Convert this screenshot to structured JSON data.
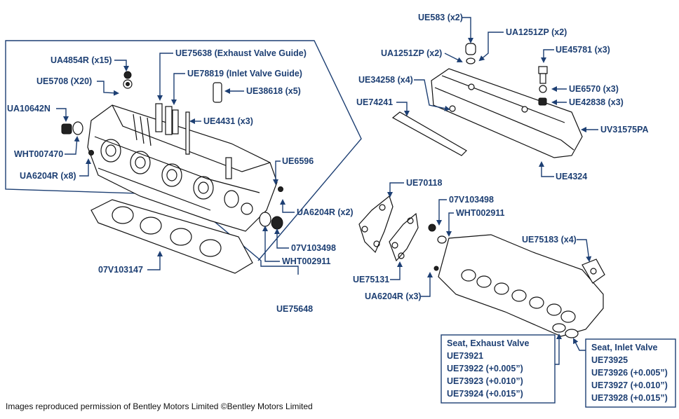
{
  "callouts": [
    {
      "id": "ue583",
      "text": "UE583 (x2)"
    },
    {
      "id": "ua1251zp-b",
      "text": "UA1251ZP (x2)"
    },
    {
      "id": "ua1251zp-a",
      "text": "UA1251ZP (x2)"
    },
    {
      "id": "ue45781",
      "text": "UE45781 (x3)"
    },
    {
      "id": "ue34258",
      "text": "UE34258 (x4)"
    },
    {
      "id": "ue6570",
      "text": "UE6570 (x3)"
    },
    {
      "id": "ue42838",
      "text": "UE42838 (x3)"
    },
    {
      "id": "ue74241",
      "text": "UE74241"
    },
    {
      "id": "uv31575pa",
      "text": "UV31575PA"
    },
    {
      "id": "ue4324",
      "text": "UE4324"
    },
    {
      "id": "ua4854r",
      "text": "UA4854R (x15)"
    },
    {
      "id": "ue75638",
      "text": "UE75638 (Exhaust Valve Guide)"
    },
    {
      "id": "ue78819",
      "text": "UE78819 (Inlet Valve Guide)"
    },
    {
      "id": "ue5708",
      "text": "UE5708 (X20)"
    },
    {
      "id": "ue38618",
      "text": "UE38618 (x5)"
    },
    {
      "id": "ua10642n",
      "text": "UA10642N"
    },
    {
      "id": "ue4431",
      "text": "UE4431 (x3)"
    },
    {
      "id": "wht007470",
      "text": "WHT007470"
    },
    {
      "id": "ue6596",
      "text": "UE6596"
    },
    {
      "id": "ua6204r-x8",
      "text": "UA6204R (x8)"
    },
    {
      "id": "ue70118",
      "text": "UE70118"
    },
    {
      "id": "07v103498-b",
      "text": "07V103498"
    },
    {
      "id": "wht002911-b",
      "text": "WHT002911"
    },
    {
      "id": "ua6204r-x2",
      "text": "UA6204R (x2)"
    },
    {
      "id": "ue75183",
      "text": "UE75183 (x4)"
    },
    {
      "id": "07v103498-a",
      "text": "07V103498"
    },
    {
      "id": "wht002911-a",
      "text": "WHT002911"
    },
    {
      "id": "07v103147",
      "text": "07V103147"
    },
    {
      "id": "ue75131",
      "text": "UE75131"
    },
    {
      "id": "ua6204r-x3",
      "text": "UA6204R (x3)"
    },
    {
      "id": "ue75648",
      "text": "UE75648"
    }
  ],
  "exhaust_box": {
    "title": "Seat, Exhaust Valve",
    "lines": [
      "UE73921",
      "UE73922 (+0.005”)",
      "UE73923 (+0.010”)",
      "UE73924 (+0.015”)"
    ]
  },
  "inlet_box": {
    "title": "Seat, Inlet Valve",
    "lines": [
      "UE73925",
      "UE73926 (+0.005”)",
      "UE73927 (+0.010”)",
      "UE73928 (+0.015”)"
    ]
  },
  "copyright": "Images reproduced permission of Bentley Motors Limited ©Bentley Motors Limited"
}
